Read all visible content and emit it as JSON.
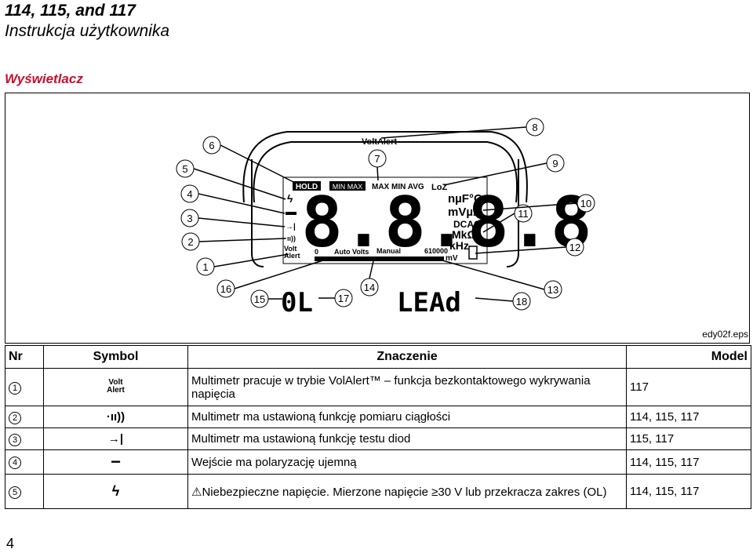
{
  "header": {
    "title": "114, 115, and 117",
    "subtitle": "Instrukcja użytkownika"
  },
  "section_title": "Wyświetlacz",
  "figure": {
    "label": "edy02f.eps",
    "voltalert": "VoltAlert",
    "callouts": [
      "1",
      "2",
      "3",
      "4",
      "5",
      "6",
      "7",
      "8",
      "9",
      "10",
      "11",
      "12",
      "13",
      "14",
      "15",
      "16",
      "17",
      "18"
    ],
    "lcd": {
      "hold": "HOLD",
      "minmax": "MIN MAX",
      "maxminavg": "MAX MIN AVG",
      "loz": "LoZ",
      "units1": "nµF°C",
      "units2": "mVµA",
      "units3": "DCAC",
      "units4": "MkΩ",
      "units5": "kHz",
      "volt": "Volt",
      "alert": "Alert",
      "zero": "0",
      "auto_volts": "Auto Volts",
      "manual": "Manual",
      "count": "610000",
      "mv": "mV",
      "ol": "0L",
      "lead": "LEAd"
    }
  },
  "table": {
    "headers": {
      "nr": "Nr",
      "symbol": "Symbol",
      "meaning": "Znaczenie",
      "model": "Model"
    },
    "rows": [
      {
        "nr": "1",
        "symbol_top": "Volt",
        "symbol_bottom": "Alert",
        "meaning": "Multimetr pracuje w trybie VolAlert™ – funkcja bezkontaktowego wykrywania napięcia",
        "model": "117"
      },
      {
        "nr": "2",
        "symbol": "·ıı))",
        "meaning": "Multimetr ma ustawioną funkcję pomiaru ciągłości",
        "model": "114, 115, 117"
      },
      {
        "nr": "3",
        "symbol": "→|",
        "meaning": "Multimetr ma ustawioną funkcję testu diod",
        "model": "115, 117"
      },
      {
        "nr": "4",
        "symbol": "−",
        "meaning": "Wejście ma polaryzację ujemną",
        "model": "114, 115, 117"
      },
      {
        "nr": "5",
        "symbol": "ϟ",
        "meaning_warn": "⚠",
        "meaning": "Niebezpieczne napięcie. Mierzone napięcie ≥30 V lub przekracza zakres (OL)",
        "model": "114, 115, 117"
      }
    ]
  },
  "page_number": "4"
}
